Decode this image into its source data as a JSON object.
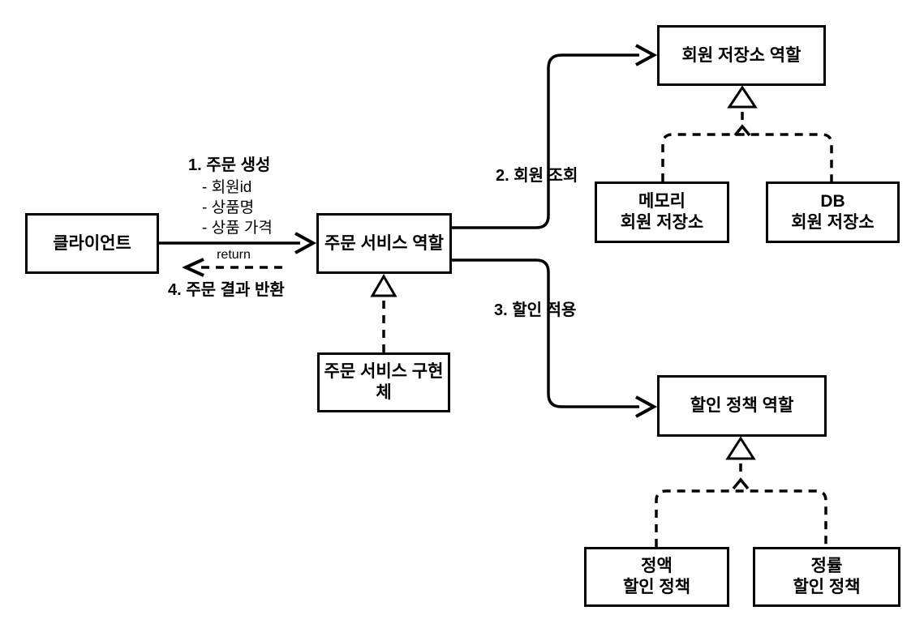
{
  "diagram": {
    "title": "order-service-role-diagram",
    "colors": {
      "background": "#ffffff",
      "stroke": "#000000"
    },
    "nodes": {
      "client": {
        "label": "클라이언트"
      },
      "order_service_role": {
        "label": "주문 서비스 역할"
      },
      "order_service_impl": {
        "label": "주문 서비스 구현체"
      },
      "member_repo_role": {
        "label": "회원 저장소 역할"
      },
      "memory_member_repo": {
        "line1": "메모리",
        "line2": "회원 저장소"
      },
      "db_member_repo": {
        "line1": "DB",
        "line2": "회원 저장소"
      },
      "discount_policy_role": {
        "label": "할인 정책 역할"
      },
      "fixed_discount_policy": {
        "line1": "정액",
        "line2": "할인 정책"
      },
      "rate_discount_policy": {
        "line1": "정률",
        "line2": "할인 정책"
      }
    },
    "labels": {
      "step1_title": "1. 주문 생성",
      "step1_item1": "- 회원id",
      "step1_item2": "- 상품명",
      "step1_item3": "- 상품 가격",
      "step2": "2. 회원 조회",
      "step3": "3. 할인 적용",
      "step4": "4. 주문 결과 반환",
      "return_label": "return"
    }
  }
}
